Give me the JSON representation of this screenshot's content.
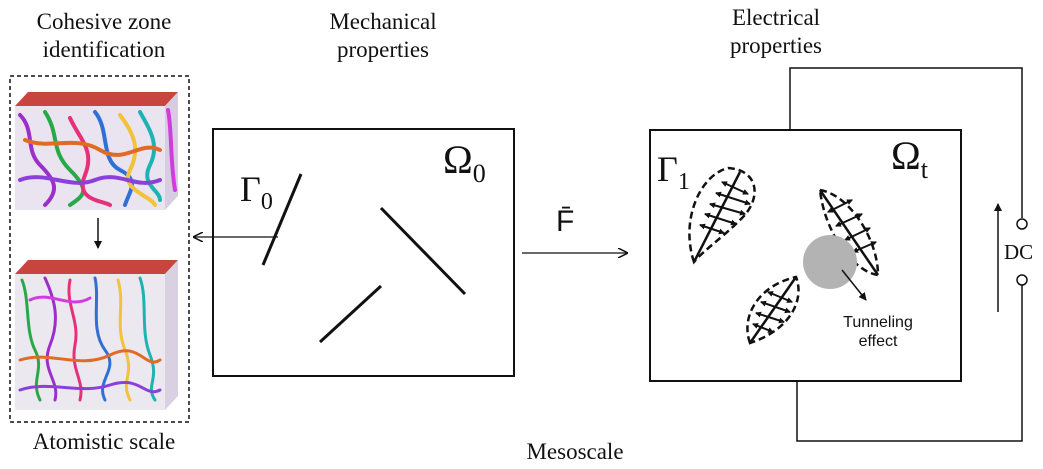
{
  "labels": {
    "cohesive_zone": [
      "Cohesive zone",
      "identification"
    ],
    "mechanical": [
      "Mechanical",
      "properties"
    ],
    "electrical": [
      "Electrical",
      "properties"
    ],
    "atomistic": "Atomistic scale",
    "mesoscale": "Mesoscale",
    "dc": "DC",
    "tunneling": [
      "Tunneling",
      "effect"
    ],
    "force": "F̄",
    "omega0": "Ω",
    "omega0_sub": "0",
    "omegat": "Ω",
    "omegat_sub": "t",
    "gamma0": "Γ",
    "gamma0_sub": "0",
    "gamma1": "Γ",
    "gamma1_sub": "1"
  },
  "colors": {
    "line": "#111111",
    "slab_top": "#c8453f",
    "tunneling_particle": "#b3b3b3"
  },
  "icons": [
    "atomistic-simulation-cube-icon",
    "atomistic-simulation-cube-fractured-icon"
  ]
}
